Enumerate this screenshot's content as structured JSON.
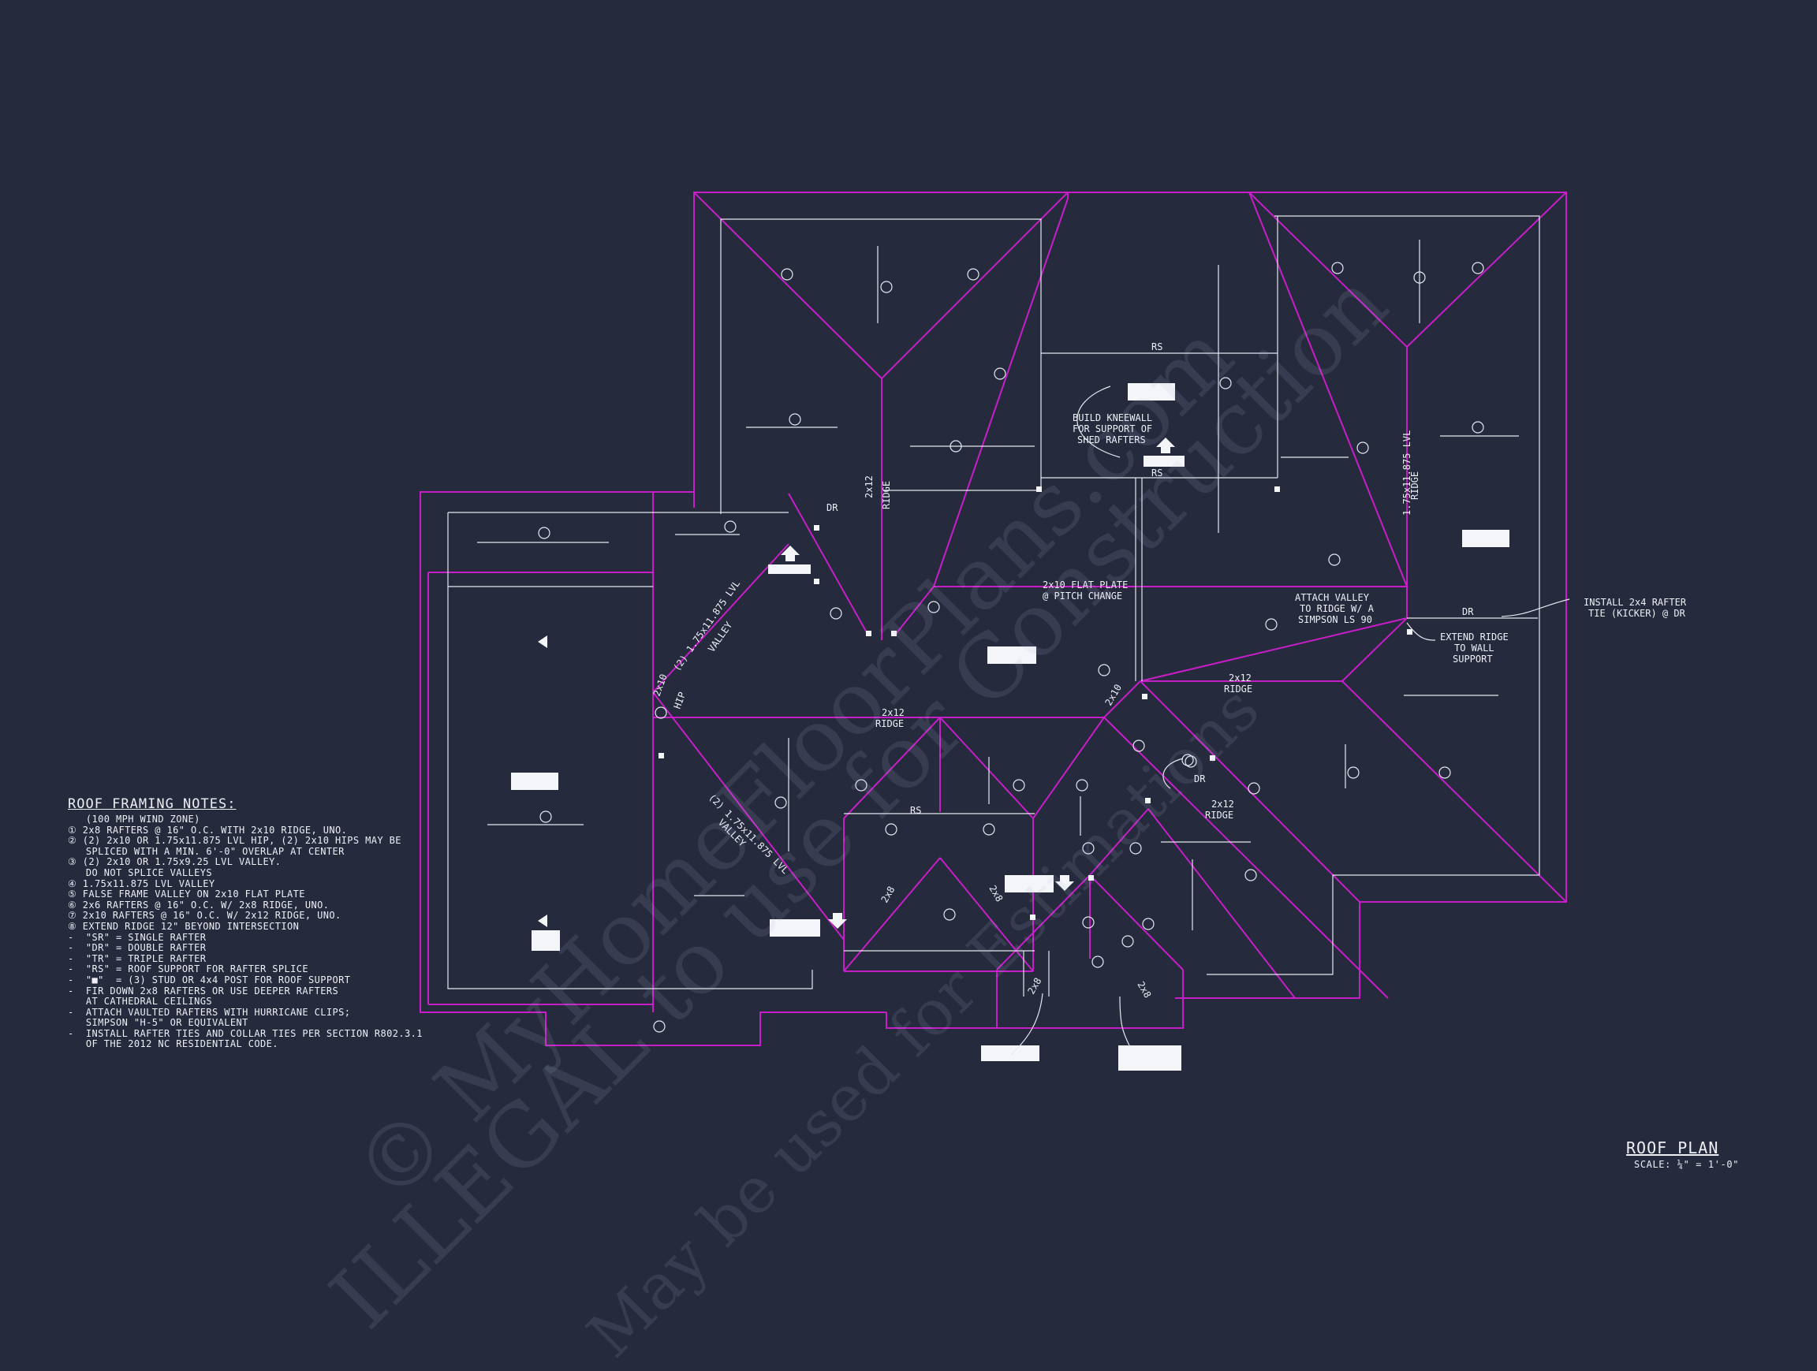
{
  "drawing": {
    "title": "ROOF PLAN",
    "scale": "SCALE: ¼\" = 1'-0\""
  },
  "notes": {
    "heading": "ROOF FRAMING NOTES:",
    "lines": [
      "   (100 MPH WIND ZONE)",
      "① 2x8 RAFTERS @ 16\" O.C. WITH 2x10 RIDGE, UNO.",
      "② (2) 2x10 OR 1.75x11.875 LVL HIP, (2) 2x10 HIPS MAY BE",
      "   SPLICED WITH A MIN. 6'-0\" OVERLAP AT CENTER",
      "③ (2) 2x10 OR 1.75x9.25 LVL VALLEY.",
      "   DO NOT SPLICE VALLEYS",
      "④ 1.75x11.875 LVL VALLEY",
      "⑤ FALSE FRAME VALLEY ON 2x10 FLAT PLATE",
      "⑥ 2x6 RAFTERS @ 16\" O.C. W/ 2x8 RIDGE, UNO.",
      "⑦ 2x10 RAFTERS @ 16\" O.C. W/ 2x12 RIDGE, UNO.",
      "⑧ EXTEND RIDGE 12\" BEYOND INTERSECTION",
      "-  \"SR\" = SINGLE RAFTER",
      "-  \"DR\" = DOUBLE RAFTER",
      "-  \"TR\" = TRIPLE RAFTER",
      "-  \"RS\" = ROOF SUPPORT FOR RAFTER SPLICE",
      "-  \"■\"  = (3) STUD OR 4x4 POST FOR ROOF SUPPORT",
      "-  FIR DOWN 2x8 RAFTERS OR USE DEEPER RAFTERS",
      "   AT CATHEDRAL CEILINGS",
      "-  ATTACH VAULTED RAFTERS WITH HURRICANE CLIPS;",
      "   SIMPSON \"H-5\" OR EQUIVALENT",
      "-  INSTALL RAFTER TIES AND COLLAR TIES PER SECTION R802.3.1",
      "   OF THE 2012 NC RESIDENTIAL CODE."
    ]
  },
  "labels": {
    "rs": "RS",
    "dr": "DR",
    "ridge_2x12": "2x12",
    "ridge": "RIDGE",
    "hip": "HIP",
    "hip_2x10": "2x10",
    "hip_2x8": "2x8",
    "lvl_ridge": "1.75x11.875 LVL",
    "lvl_valley": "(2) 1.75x11.875 LVL",
    "valley": "VALLEY",
    "kneewall_1": "BUILD KNEEWALL",
    "kneewall_2": "FOR SUPPORT OF",
    "kneewall_3": "SHED RAFTERS",
    "flat_plate_1": "2x10 FLAT PLATE",
    "flat_plate_2": "@ PITCH CHANGE",
    "attach_1": "ATTACH VALLEY",
    "attach_2": "TO RIDGE W/ A",
    "attach_3": "SIMPSON LS 90",
    "kicker_1": "INSTALL 2x4 RAFTER",
    "kicker_2": "TIE (KICKER) @ DR",
    "extend_1": "EXTEND RIDGE",
    "extend_2": "TO WALL",
    "extend_3": "SUPPORT"
  },
  "colors": {
    "background": "#252a3d",
    "roof_outline": "#c81ec8",
    "wall_lines": "#e6e8f0",
    "text": "#eef0f6"
  },
  "watermark": {
    "line1": "© MyHomeFloorPlans.com",
    "line2": "ILLEGAL to use for Construction",
    "line3": "May be used for Estimations"
  }
}
